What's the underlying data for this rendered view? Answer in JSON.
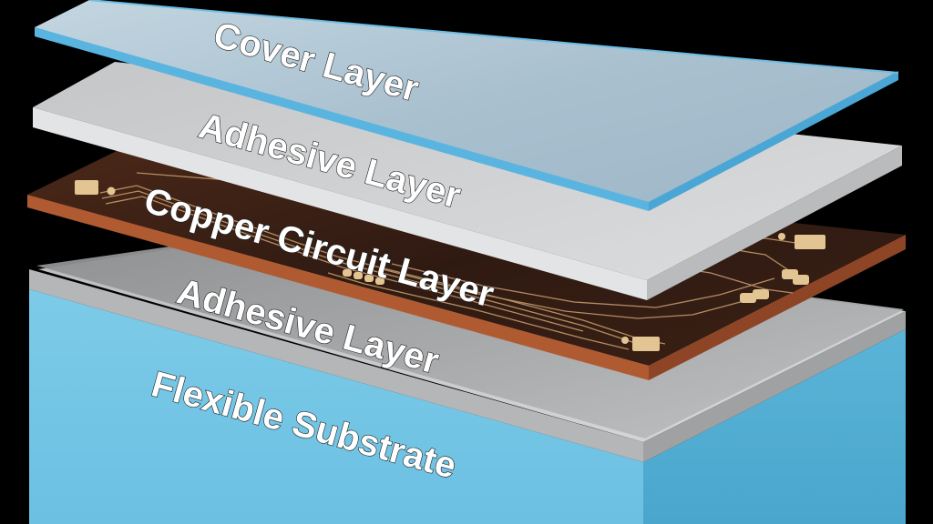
{
  "diagram": {
    "layers": [
      {
        "label": "Cover Layer",
        "color": "#a9c2d2",
        "edge": "#5ab4e0"
      },
      {
        "label": "Adhesive Layer",
        "color": "#cfd1d3",
        "edge": "#e7e8e9"
      },
      {
        "label": "Copper Circuit Layer",
        "color": "#3a1f14",
        "edge": "#b35f37"
      },
      {
        "label": "Adhesive Layer",
        "color": "#a8aaab",
        "edge": "#d8d9da"
      },
      {
        "label": "Flexible Substrate",
        "color": "#78c8e6",
        "edge": "#4fb1d8"
      }
    ],
    "background_color": "#000000",
    "trace_color": "#c9a070",
    "pad_color": "#e2c592"
  }
}
